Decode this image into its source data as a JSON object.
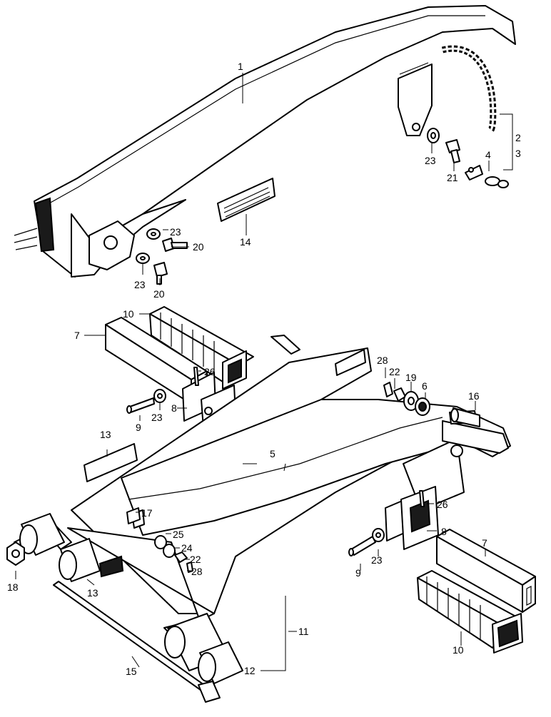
{
  "diagram": {
    "callouts": {
      "c1": "1",
      "c2": "2",
      "c3": "3",
      "c4": "4",
      "c5": "5",
      "c6": "6",
      "c7a": "7",
      "c7b": "7",
      "c8a": "8",
      "c8b": "8",
      "c9a": "9",
      "c9b": "9",
      "c10a": "10",
      "c10b": "10",
      "c11": "11",
      "c12": "12",
      "c13a": "13",
      "c13b": "13",
      "c14": "14",
      "c15": "15",
      "c16": "16",
      "c17": "17",
      "c18": "18",
      "c19": "19",
      "c20a": "20",
      "c20b": "20",
      "c21": "21",
      "c22a": "22",
      "c22b": "22",
      "c23a": "23",
      "c23b": "23",
      "c23c": "23",
      "c23d": "23",
      "c23e": "23",
      "c24": "24",
      "c25": "25",
      "c26a": "26",
      "c26b": "26",
      "c28a": "28",
      "c28b": "28"
    }
  }
}
